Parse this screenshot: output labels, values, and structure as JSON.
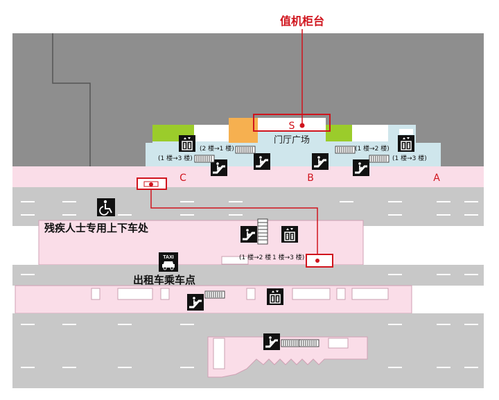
{
  "map": {
    "checkin_counter_label": "值机柜台",
    "plaza_label": "门厅广场",
    "counter_code": "S",
    "entrances": {
      "a": "A",
      "b": "B",
      "c": "C"
    },
    "accessible_dropoff_label": "残疾人士专用上下车处",
    "taxi_label": "出租车乘车点",
    "taxi_sign_text": "TAXI",
    "route_floor_2_to_1": "(2 楼→1 楼)",
    "route_floor_1_to_2": "(1 楼→2 楼)",
    "route_floor_1_to_3_left": "(1 楼→3 楼)",
    "route_floor_1_to_3_right": "(1 楼→3 楼)",
    "route_island_1_to_2": "(1 楼→2 楼",
    "route_island_1_to_3": "1 楼→3 楼)",
    "icons": {
      "elevator": "elevator-icon",
      "escalator": "escalator-icon",
      "stairs": "stairs-icon",
      "wheelchair": "wheelchair-icon",
      "taxi": "taxi-icon"
    },
    "colors": {
      "highlight": "#d0141d",
      "building": "#8e8e8e",
      "road": "#c8c8c8",
      "walkway": "#fadde8",
      "terminal_front": "#cfe6ec",
      "green_zone": "#9bcc2b",
      "orange_zone": "#f6b050",
      "icon_bg": "#111111"
    }
  }
}
